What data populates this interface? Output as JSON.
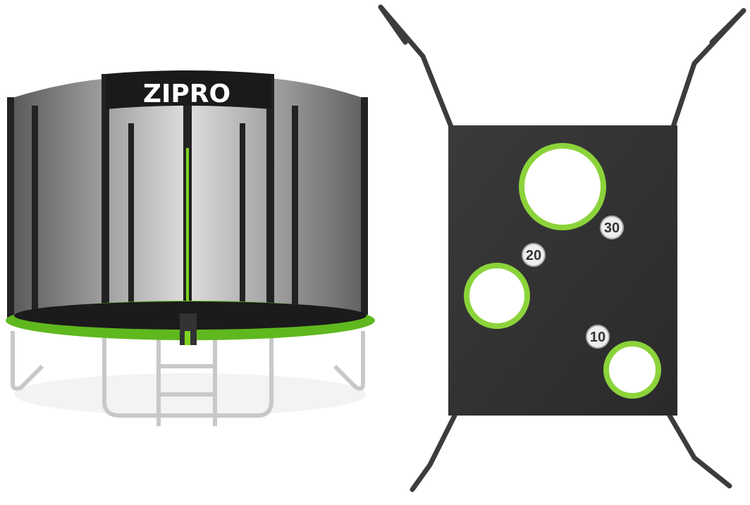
{
  "trampoline": {
    "brand": "ZIPRO",
    "accent": "#7ed321"
  },
  "target_net": {
    "targets": [
      {
        "points": "30"
      },
      {
        "points": "20"
      },
      {
        "points": "10"
      }
    ],
    "accent": "#8bd33a"
  }
}
